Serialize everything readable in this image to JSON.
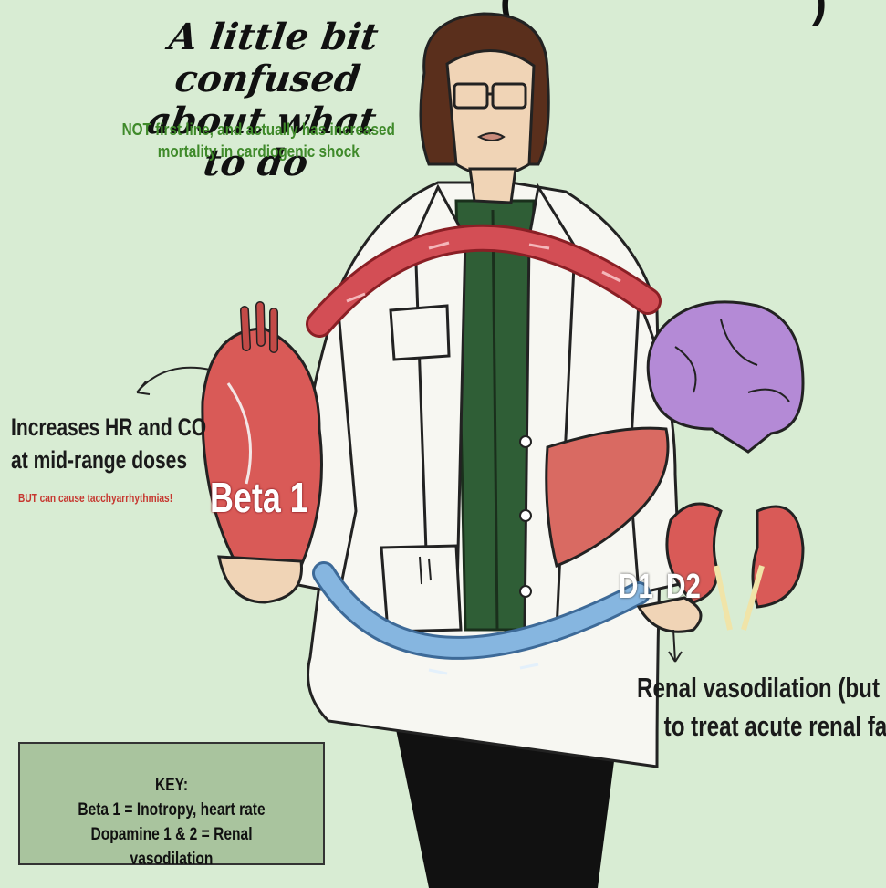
{
  "top_title_partial": "(",
  "top_title_partial_right": ")",
  "headline": [
    "A little bit confused",
    "about what to do"
  ],
  "warning_note": [
    "NOT first line, and actually has increased",
    "mortality in cardiogenic shock"
  ],
  "heart_note": {
    "line1": "Increases HR and CO",
    "line2": "at mid-range doses",
    "caveat": "BUT can cause tacchyarrhythmias!"
  },
  "labels": {
    "beta": "Beta 1",
    "d1": "D1",
    "d2": "D2"
  },
  "renal_note": [
    "Renal vasodilation (but d",
    "to treat acute renal fai"
  ],
  "key": {
    "title": "KEY:",
    "line1": "Beta 1 = Inotropy, heart rate",
    "line2": "Dopamine 1 & 2 = Renal vasodilation"
  },
  "colors": {
    "background": "#d8ecd3",
    "artery": "#c9424a",
    "vein": "#7fb0dc",
    "heart": "#d95a57",
    "brain": "#b48ad6",
    "liver": "#d96a62",
    "coat_shirt": "#2f5e36",
    "key_box": "#a9c49e",
    "note_green": "#3f8a2a"
  }
}
